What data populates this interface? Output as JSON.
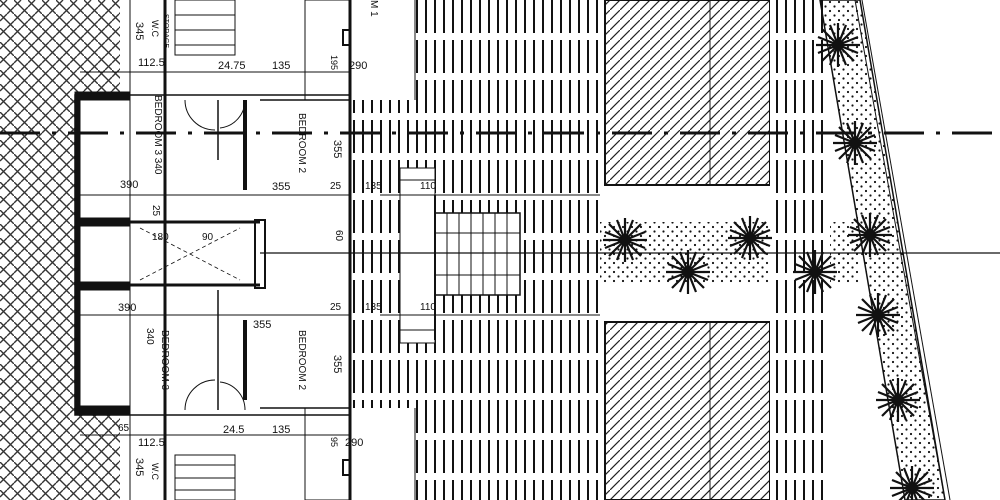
{
  "rooms": {
    "bedroom3_top": "BEDROOM 3 340",
    "bedroom2_top": "BEDROOM 2",
    "bedroom3_bottom": "BEDROOM 3",
    "bedroom3_bottom_dim": "340",
    "bedroom2_bottom": "BEDROOM 2",
    "wc_top": "W.C",
    "storage_top": "STORAGE",
    "wc_bottom": "W.C",
    "room_top_right": "M 1"
  },
  "dimensions": {
    "d345_top": "345",
    "d1125_top": "112.5",
    "d2475_top": "24.75",
    "d135_top": "135",
    "d195_top": "195",
    "d290_top": "290",
    "d390_top": "390",
    "d355_top": "355",
    "d355_v_top": "355",
    "d25_a": "25",
    "d25_b": "25",
    "d135_deck_top": "135",
    "d110_top": "110",
    "d180": "180",
    "d90": "90",
    "d60": "60",
    "d390_bottom": "390",
    "d355_bottom": "355",
    "d355_v_bottom": "355",
    "d25_c": "25",
    "d135_deck_bottom": "135",
    "d110_bottom": "110",
    "d245_bottom": "24.5",
    "d135_bottom": "135",
    "d95_bottom": "95",
    "d290_bottom": "290",
    "d1125_bottom": "112.5",
    "d345_bottom": "345",
    "d65": "65"
  },
  "colors": {
    "ink": "#111111",
    "paper": "#ffffff"
  }
}
